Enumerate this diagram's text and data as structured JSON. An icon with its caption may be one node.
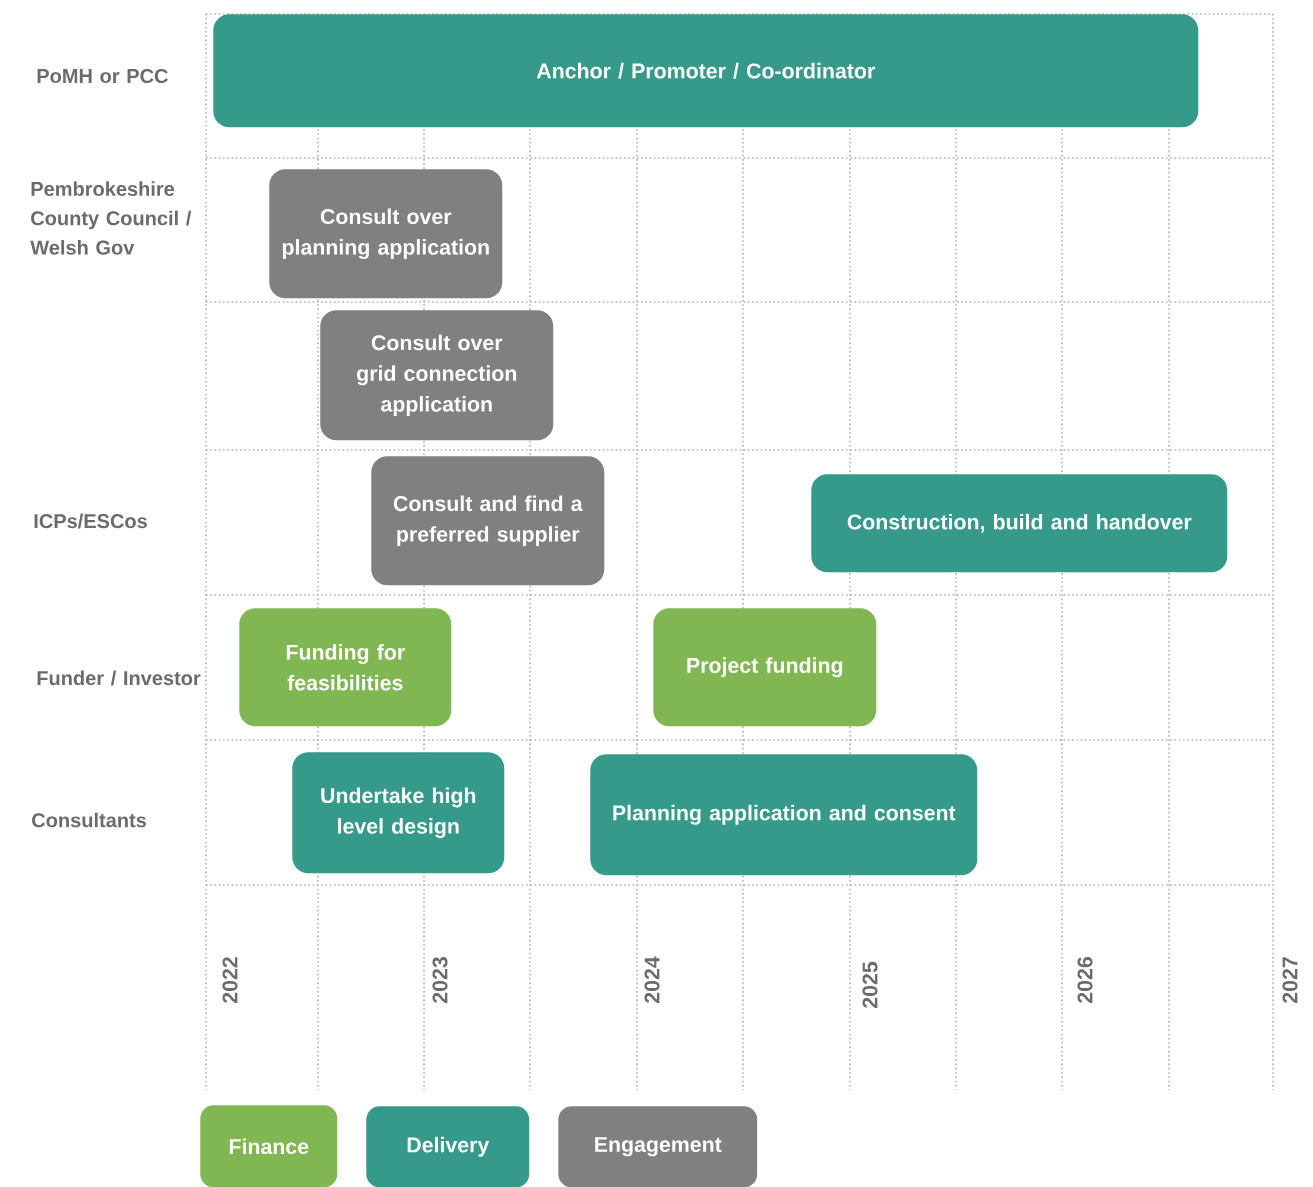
{
  "diagram": {
    "nodes": [
      {
        "text": [
          "Anchor / Promoter / Co-ordinator"
        ]
      },
      {
        "text": [
          "Consult over planning application"
        ]
      },
      {
        "text": [
          "Consult over grid connection application"
        ]
      },
      {
        "text": [
          "Consult and find a preferred supplier"
        ]
      },
      {
        "text": [
          "Construction, build and handover"
        ]
      },
      {
        "text": [
          "Funding for feasibilities"
        ]
      },
      {
        "text": [
          "Project funding"
        ]
      },
      {
        "text": [
          "Undertake high level design"
        ]
      },
      {
        "text": [
          "Planning application and consent"
        ]
      }
    ],
    "labels": [
      "PoMH or PCC",
      "Pembrokeshire County Council / Welsh Gov",
      "ICPs/ESCos",
      "Funder / Investor",
      "Consultants",
      "2022",
      "2023",
      "2024",
      "2025",
      "2026",
      "2027"
    ],
    "legend": [
      {
        "text": "Finance",
        "color": "#80b752"
      },
      {
        "text": "Delivery",
        "color": "#359a8a"
      },
      {
        "text": "Engagement",
        "color": "#808080"
      }
    ]
  }
}
